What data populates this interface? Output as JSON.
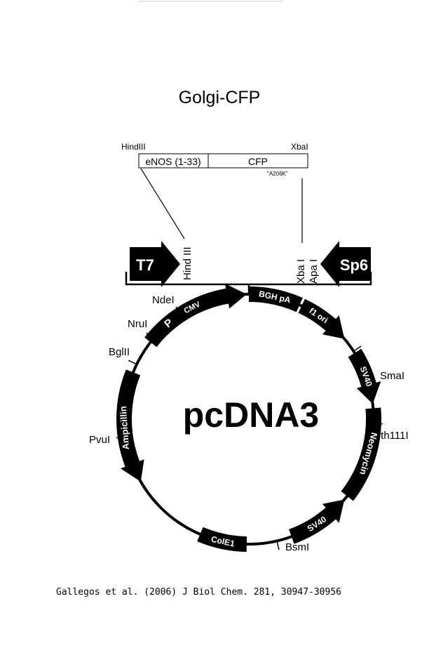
{
  "title": "Golgi-CFP",
  "insert": {
    "left_site": "HindIII",
    "right_site": "XbaI",
    "segment1": "eNOS (1-33)",
    "segment2": "CFP",
    "mutation": "\"A206K\""
  },
  "mcs": {
    "left_primer": "T7",
    "right_primer": "Sp6",
    "site1": "Hind III",
    "site2": "Xba I",
    "site3": "Apa I"
  },
  "plasmid": {
    "name": "pcDNA3",
    "features": {
      "pcmv_p": "P",
      "pcmv_cmv": "CMV",
      "bgh": "BGH pA",
      "f1": "f1 ori",
      "sv40_a": "SV40",
      "neo": "Neomycin",
      "sv40_b": "SV40",
      "cole1": "ColE1",
      "amp": "Ampicillin"
    },
    "sites": {
      "ndei": "NdeI",
      "nrui": "NruI",
      "bglii": "BglII",
      "pvui": "PvuI",
      "smai": "SmaI",
      "tth": "Tth111I",
      "bsmi": "BsmI"
    }
  },
  "citation": "Gallegos et al. (2006) J Biol Chem. 281, 30947-30956"
}
